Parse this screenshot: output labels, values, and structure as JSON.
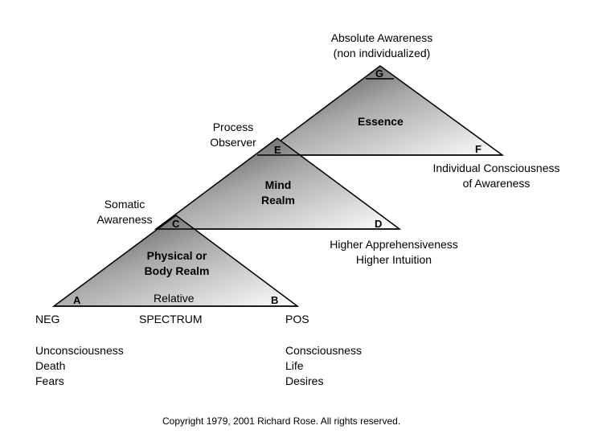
{
  "diagram": {
    "top_caption": [
      "Absolute Awareness",
      "(non individualized)"
    ],
    "process_observer": [
      "Process",
      "Observer"
    ],
    "somatic_awareness": [
      "Somatic",
      "Awareness"
    ],
    "individual_consciousness": [
      "Individual Consciousness",
      "of Awareness"
    ],
    "higher": [
      "Higher Apprehensiveness",
      "Higher Intuition"
    ],
    "essence": "Essence",
    "mind_realm": [
      "Mind",
      "Realm"
    ],
    "physical_realm": [
      "Physical or",
      "Body Realm"
    ],
    "relative": "Relative",
    "vertices": {
      "a": "A",
      "b": "B",
      "c": "C",
      "d": "D",
      "e": "E",
      "f": "F",
      "g": "G"
    },
    "spectrum": {
      "neg": "NEG",
      "middle": "SPECTRUM",
      "pos": "POS"
    },
    "neg_list": [
      "Unconsciousness",
      "Death",
      "Fears"
    ],
    "pos_list": [
      "Consciousness",
      "Life",
      "Desires"
    ],
    "copyright": "Copyright 1979, 2001 Richard Rose.  All rights reserved."
  },
  "colors": {
    "shade_dark": "#4a4a4a",
    "shade_light": "#ffffff",
    "line": "#000000"
  }
}
